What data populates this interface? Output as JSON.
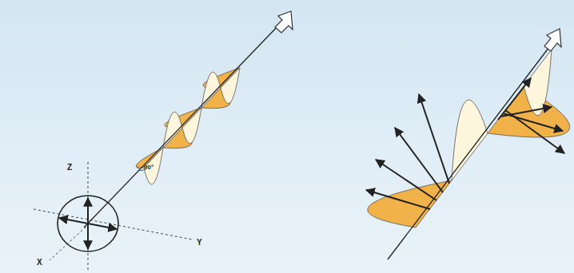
{
  "diagram": {
    "labels": [
      "90°",
      "Z",
      "Y",
      "X"
    ]
  }
}
